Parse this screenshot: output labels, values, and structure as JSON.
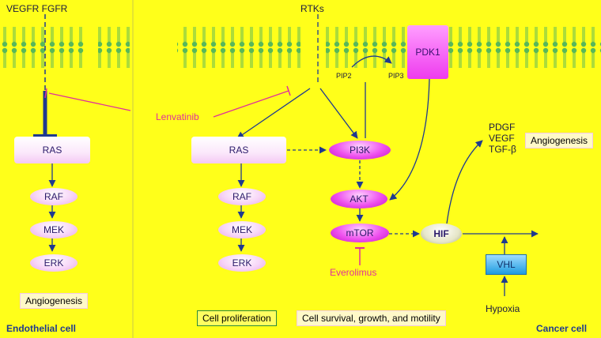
{
  "receptors": {
    "left": "VEGFR FGFR",
    "center": "RTKs"
  },
  "drugs": {
    "lenvatinib": "Lenvatinib",
    "everolimus": "Everolimus"
  },
  "endothelial": {
    "ras": "RAS",
    "raf": "RAF",
    "mek": "MEK",
    "erk": "ERK",
    "outcome": "Angiogenesis",
    "cell_label": "Endothelial cell"
  },
  "cancer": {
    "ras": "RAS",
    "raf": "RAF",
    "mek": "MEK",
    "erk": "ERK",
    "pi3k": "PI3K",
    "akt": "AKT",
    "mtor": "mTOR",
    "pdk1": "PDK1",
    "pip2": "PIP2",
    "pip3": "PIP3",
    "hif": "HIF",
    "vhl": "VHL",
    "hypoxia": "Hypoxia",
    "factors": [
      "PDGF",
      "VEGF",
      "TGF-β"
    ],
    "outcome": "Angiogenesis",
    "cell_label": "Cancer cell"
  },
  "legend": {
    "proliferation": "Cell proliferation",
    "survival": "Cell survival, growth, and motility"
  },
  "colors": {
    "background": "#ffff1a",
    "arrow": "#1f3a8f",
    "inhibit": "#e0309a",
    "membrane": "#3aa043"
  }
}
